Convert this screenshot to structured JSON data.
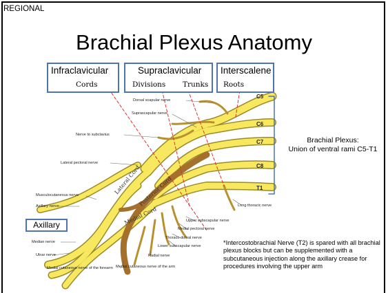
{
  "slide": {
    "section_label": "REGIONAL",
    "title": "Brachial Plexus Anatomy"
  },
  "boxes": {
    "infraclavicular": {
      "title": "Infraclavicular",
      "sub": "Cords"
    },
    "supraclavicular": {
      "title": "Supraclavicular",
      "sub1": "Divisions",
      "sub2": "Trunks"
    },
    "interscalene": {
      "title": "Interscalene",
      "sub": "Roots"
    },
    "axillary": {
      "title": "Axillary"
    }
  },
  "roots": [
    "C5",
    "C6",
    "C7",
    "C8",
    "T1"
  ],
  "cords": {
    "lateral": "Lateral Cord",
    "posterior": "Posterior Cord",
    "medial": "Medial Cord"
  },
  "nerves": {
    "dorsal_scapular": "Dorsal scapular nerve",
    "suprascapular": "Suprascapular nerve",
    "subclavius": "Nerve to subclavius",
    "lateral_pectoral": "Lateral pectoral nerve",
    "musculocutaneous": "Musculocutaneous nerve",
    "axillary": "Axillary nerve",
    "median": "Median nerve",
    "ulnar": "Ulnar nerve",
    "med_cut_forearm": "Medial cutaneous nerve of the forearm",
    "med_cut_arm": "Medial cutaneous nerve of the arm",
    "radial": "Radial nerve",
    "lower_subscapular": "Lower subscapular nerve",
    "thoracodorsal": "Thoraco dorsal nerve",
    "medial_pectoral": "Medial pectoral nerve",
    "upper_subscapular": "Upper subscapular nerve",
    "long_thoracic": "Long thoracic nerve"
  },
  "brachial_plexus": {
    "line1": "Brachial Plexus:",
    "line2": "Union of ventral rami C5-T1"
  },
  "note": "*Intercostobrachial Nerve (T2) is spared with all brachial plexus blocks but can be supplemented with a subcutaneous injection along the axillary crease for procedures involving the upper arm",
  "colors": {
    "box_border": "#4e73b3",
    "nerve_fill": "#f7e860",
    "nerve_outline": "#9a8a28",
    "posterior_cord": "#a5702b",
    "dashed_line": "#e0302f"
  }
}
